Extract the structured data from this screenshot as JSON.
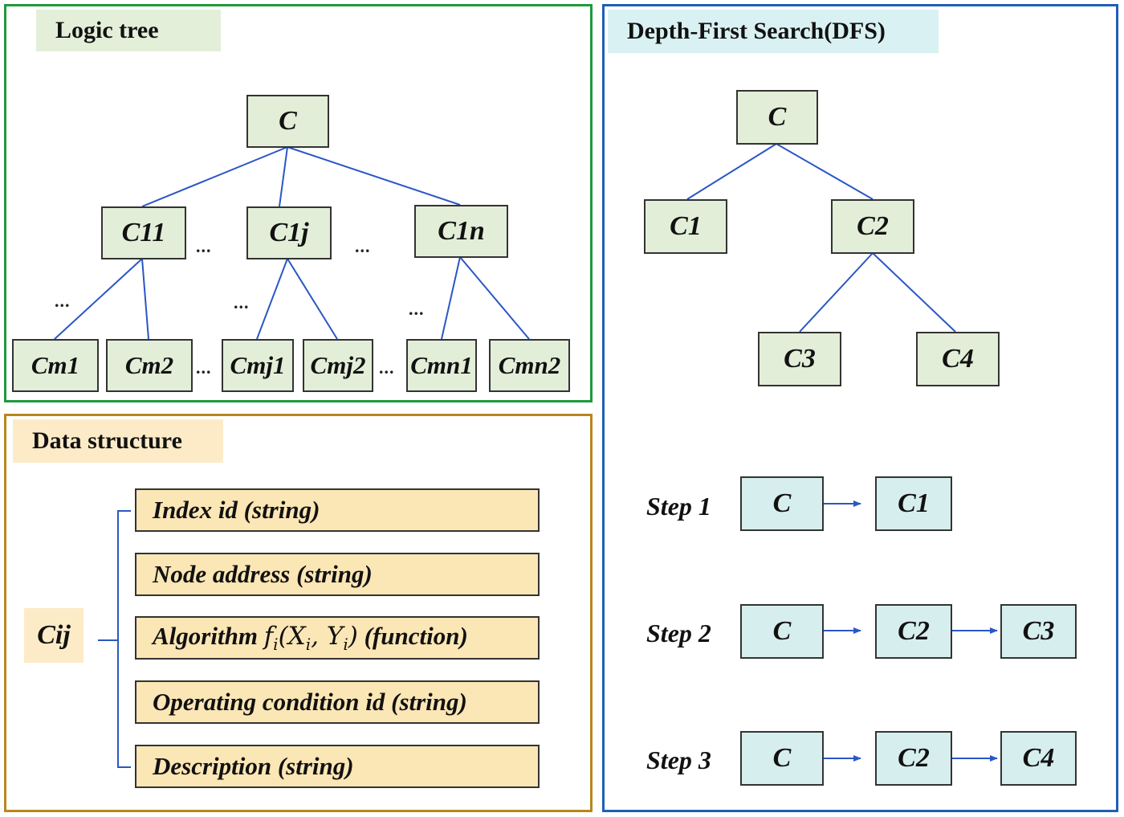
{
  "logic_tree": {
    "title": "Logic tree",
    "root": "C",
    "level1": [
      "C11",
      "C1j",
      "C1n"
    ],
    "leaves": [
      "Cm1",
      "Cm2",
      "Cmj1",
      "Cmj2",
      "Cmn1",
      "Cmn2"
    ],
    "ellipsis": "..."
  },
  "data_structure": {
    "title": "Data structure",
    "node": "Cij",
    "fields": [
      "Index id (string)",
      "Node address (string)",
      "Algorithm fi(Xi, Yi) (function)",
      "Operating condition id (string)",
      "Description (string)"
    ]
  },
  "dfs": {
    "title": "Depth-First Search(DFS)",
    "tree": {
      "root": "C",
      "children": [
        "C1",
        "C2"
      ],
      "grandchildren": [
        "C3",
        "C4"
      ]
    },
    "steps": [
      {
        "label": "Step 1",
        "path": [
          "C",
          "C1"
        ]
      },
      {
        "label": "Step 2",
        "path": [
          "C",
          "C2",
          "C3"
        ]
      },
      {
        "label": "Step 3",
        "path": [
          "C",
          "C2",
          "C4"
        ]
      }
    ]
  },
  "colors": {
    "logic_border": "#1e9a3c",
    "data_border": "#b8861b",
    "dfs_border": "#1f5fb5",
    "edge": "#2a57c5",
    "node_green": "#e2eed8",
    "node_blue": "#d7eeee",
    "field_fill": "#fbe6b5"
  }
}
